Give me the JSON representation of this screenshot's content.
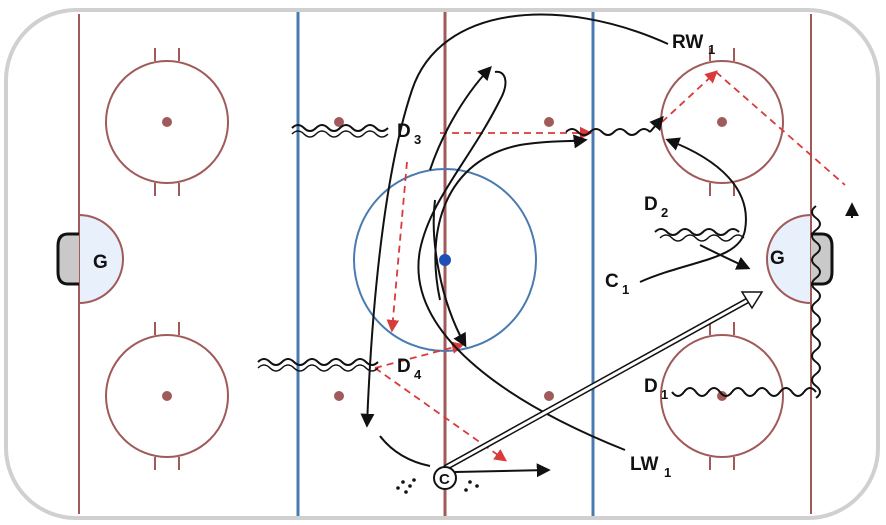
{
  "colors": {
    "rink_line": "#a05a5a",
    "blue_line": "#4a7bb0",
    "center_spot": "#1e4fb5",
    "pass_line": "#d93a3a",
    "path": "#111111",
    "crease": "#e8f1fb",
    "net": "#c9c9c9"
  },
  "goalies": {
    "left": "G",
    "right": "G"
  },
  "players": {
    "rw": {
      "main": "RW",
      "sub": "1"
    },
    "d3": {
      "main": "D",
      "sub": "3"
    },
    "d2": {
      "main": "D",
      "sub": "2"
    },
    "c1": {
      "main": "C",
      "sub": "1"
    },
    "d4": {
      "main": "D",
      "sub": "4"
    },
    "d1": {
      "main": "D",
      "sub": "1"
    },
    "lw": {
      "main": "LW",
      "sub": "1"
    },
    "coach": "C"
  }
}
